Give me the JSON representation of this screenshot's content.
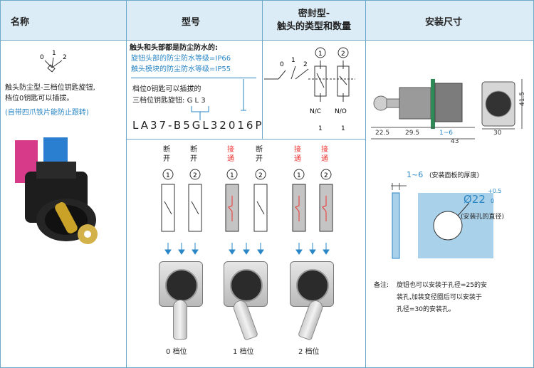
{
  "header": {
    "col1": "名称",
    "col2": "型号",
    "col3_line1": "密封型-",
    "col3_line2": "触头的类型和数量",
    "col4": "安装尺寸"
  },
  "name_col": {
    "diagram_positions": [
      "0",
      "1",
      "2"
    ],
    "desc_line1": "触头防尘型-三档位钥匙旋钮,",
    "desc_line2": "档位0钥匙可以插拔。",
    "desc_line3": "(自带四爪铁片能防止跟转)"
  },
  "model_col": {
    "line1": "触头和头部都是防尘防水的:",
    "line2": "旋钮头部的防尘防水等级=IP66",
    "line3": "触头模块的防尘防水等级=IP55",
    "line4": "档位0钥匙可以插拔的",
    "line5_prefix": "三档位钥匙旋钮:",
    "line5_code": "G L 3",
    "model_code": "LA37-B5GL32016P"
  },
  "contact_col": {
    "positions": [
      "0",
      "1",
      "2"
    ],
    "c1": "1",
    "c2": "2",
    "nc": "N/C",
    "no": "N/O",
    "q1": "1",
    "q2": "1"
  },
  "positions_diagram": {
    "groups": [
      {
        "s1": [
          "断",
          "开"
        ],
        "s2": [
          "断",
          "开"
        ],
        "label": "0 档位"
      },
      {
        "s1": [
          "接",
          "通"
        ],
        "s2": [
          "断",
          "开"
        ],
        "label": "1 档位"
      },
      {
        "s1": [
          "接",
          "通"
        ],
        "s2": [
          "接",
          "通"
        ],
        "label": "2 档位"
      }
    ],
    "n1": "1",
    "n2": "2"
  },
  "mount_col": {
    "dims": [
      "22.5",
      "29.5",
      "1~6",
      "43",
      "30",
      "41.5"
    ],
    "panel_thickness": "1~6",
    "panel_note": "(安装面板的厚度)",
    "hole_dia": "Ø22",
    "tol_up": "+0.5",
    "tol_down": "0",
    "hole_note": "(安装孔的直径)",
    "remark_label": "备注:",
    "remark_line1": "旋钮也可以安装于孔径=25的安",
    "remark_line2": "装孔,加装变径圈后可以安装于",
    "remark_line3": "孔径=30的安装孔。"
  },
  "colors": {
    "header_bg": "#dcecf6",
    "border": "#6fa9c9",
    "blue": "#2a86c4",
    "red": "#e33"
  }
}
